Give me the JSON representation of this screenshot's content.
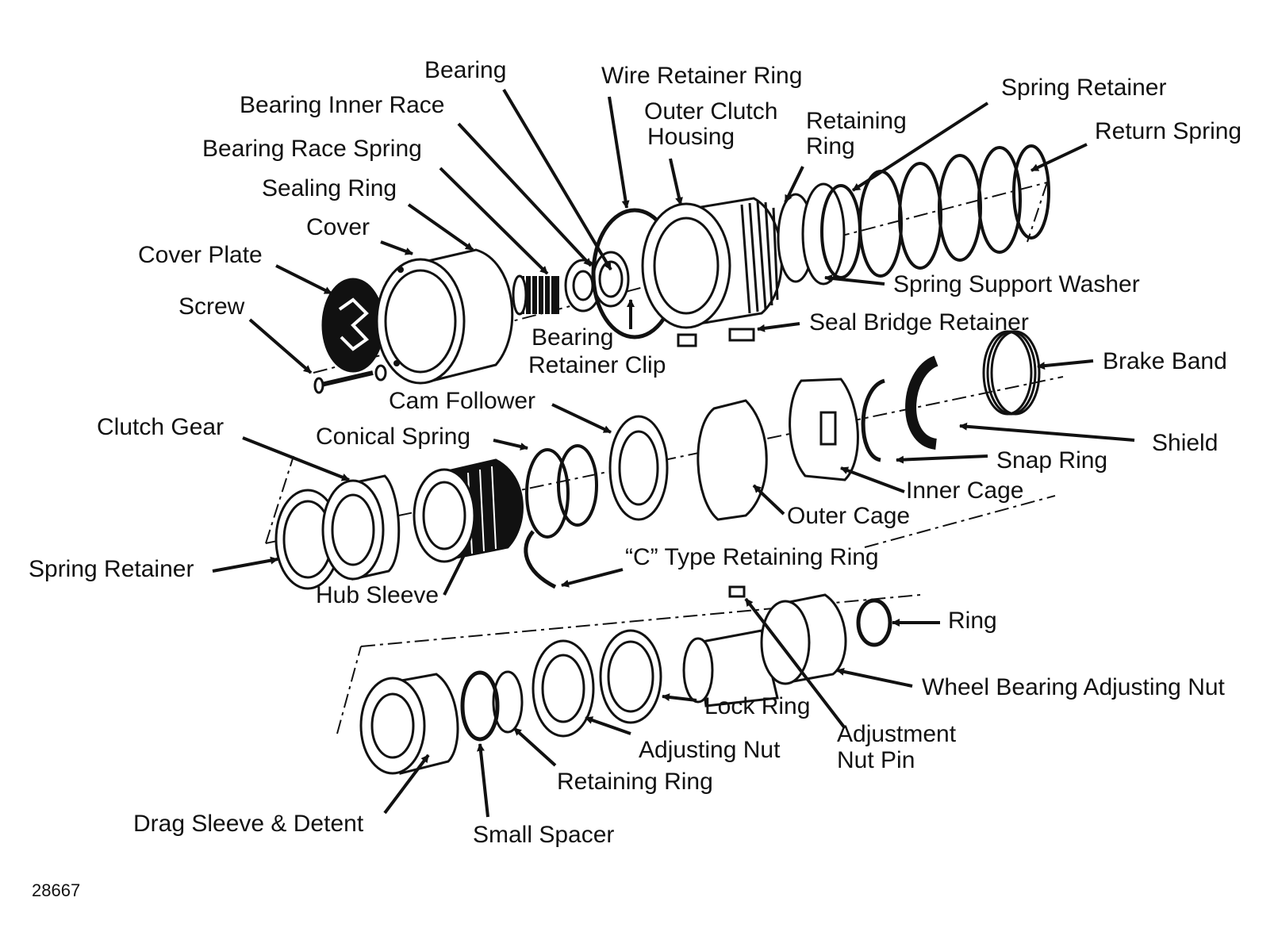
{
  "labels": {
    "bearing": "Bearing",
    "wire_retainer_ring": "Wire Retainer Ring",
    "bearing_inner_race": "Bearing Inner Race",
    "outer_clutch_housing_1": "Outer Clutch",
    "outer_clutch_housing_2": "Housing",
    "retaining_ring_top_1": "Retaining",
    "retaining_ring_top_2": "Ring",
    "spring_retainer_top": "Spring Retainer",
    "return_spring": "Return Spring",
    "bearing_race_spring": "Bearing Race Spring",
    "sealing_ring": "Sealing Ring",
    "cover": "Cover",
    "cover_plate": "Cover Plate",
    "screw": "Screw",
    "spring_support_washer": "Spring Support Washer",
    "seal_bridge_retainer": "Seal Bridge Retainer",
    "bearing_retainer_clip_1": "Bearing",
    "bearing_retainer_clip_2": "Retainer Clip",
    "brake_band": "Brake Band",
    "cam_follower": "Cam Follower",
    "clutch_gear": "Clutch Gear",
    "conical_spring": "Conical Spring",
    "shield": "Shield",
    "snap_ring": "Snap Ring",
    "inner_cage": "Inner Cage",
    "outer_cage": "Outer Cage",
    "spring_retainer_mid": "Spring Retainer",
    "hub_sleeve": "Hub Sleeve",
    "c_type_retaining_ring": "“C” Type Retaining Ring",
    "ring": "Ring",
    "wheel_bearing_adjusting_nut": "Wheel Bearing Adjusting Nut",
    "lock_ring": "Lock Ring",
    "adjustment_nut_pin_1": "Adjustment",
    "adjustment_nut_pin_2": "Nut Pin",
    "adjusting_nut": "Adjusting Nut",
    "retaining_ring_bottom": "Retaining Ring",
    "drag_sleeve_detent": "Drag Sleeve & Detent",
    "small_spacer": "Small Spacer"
  },
  "figure_number": "28667"
}
